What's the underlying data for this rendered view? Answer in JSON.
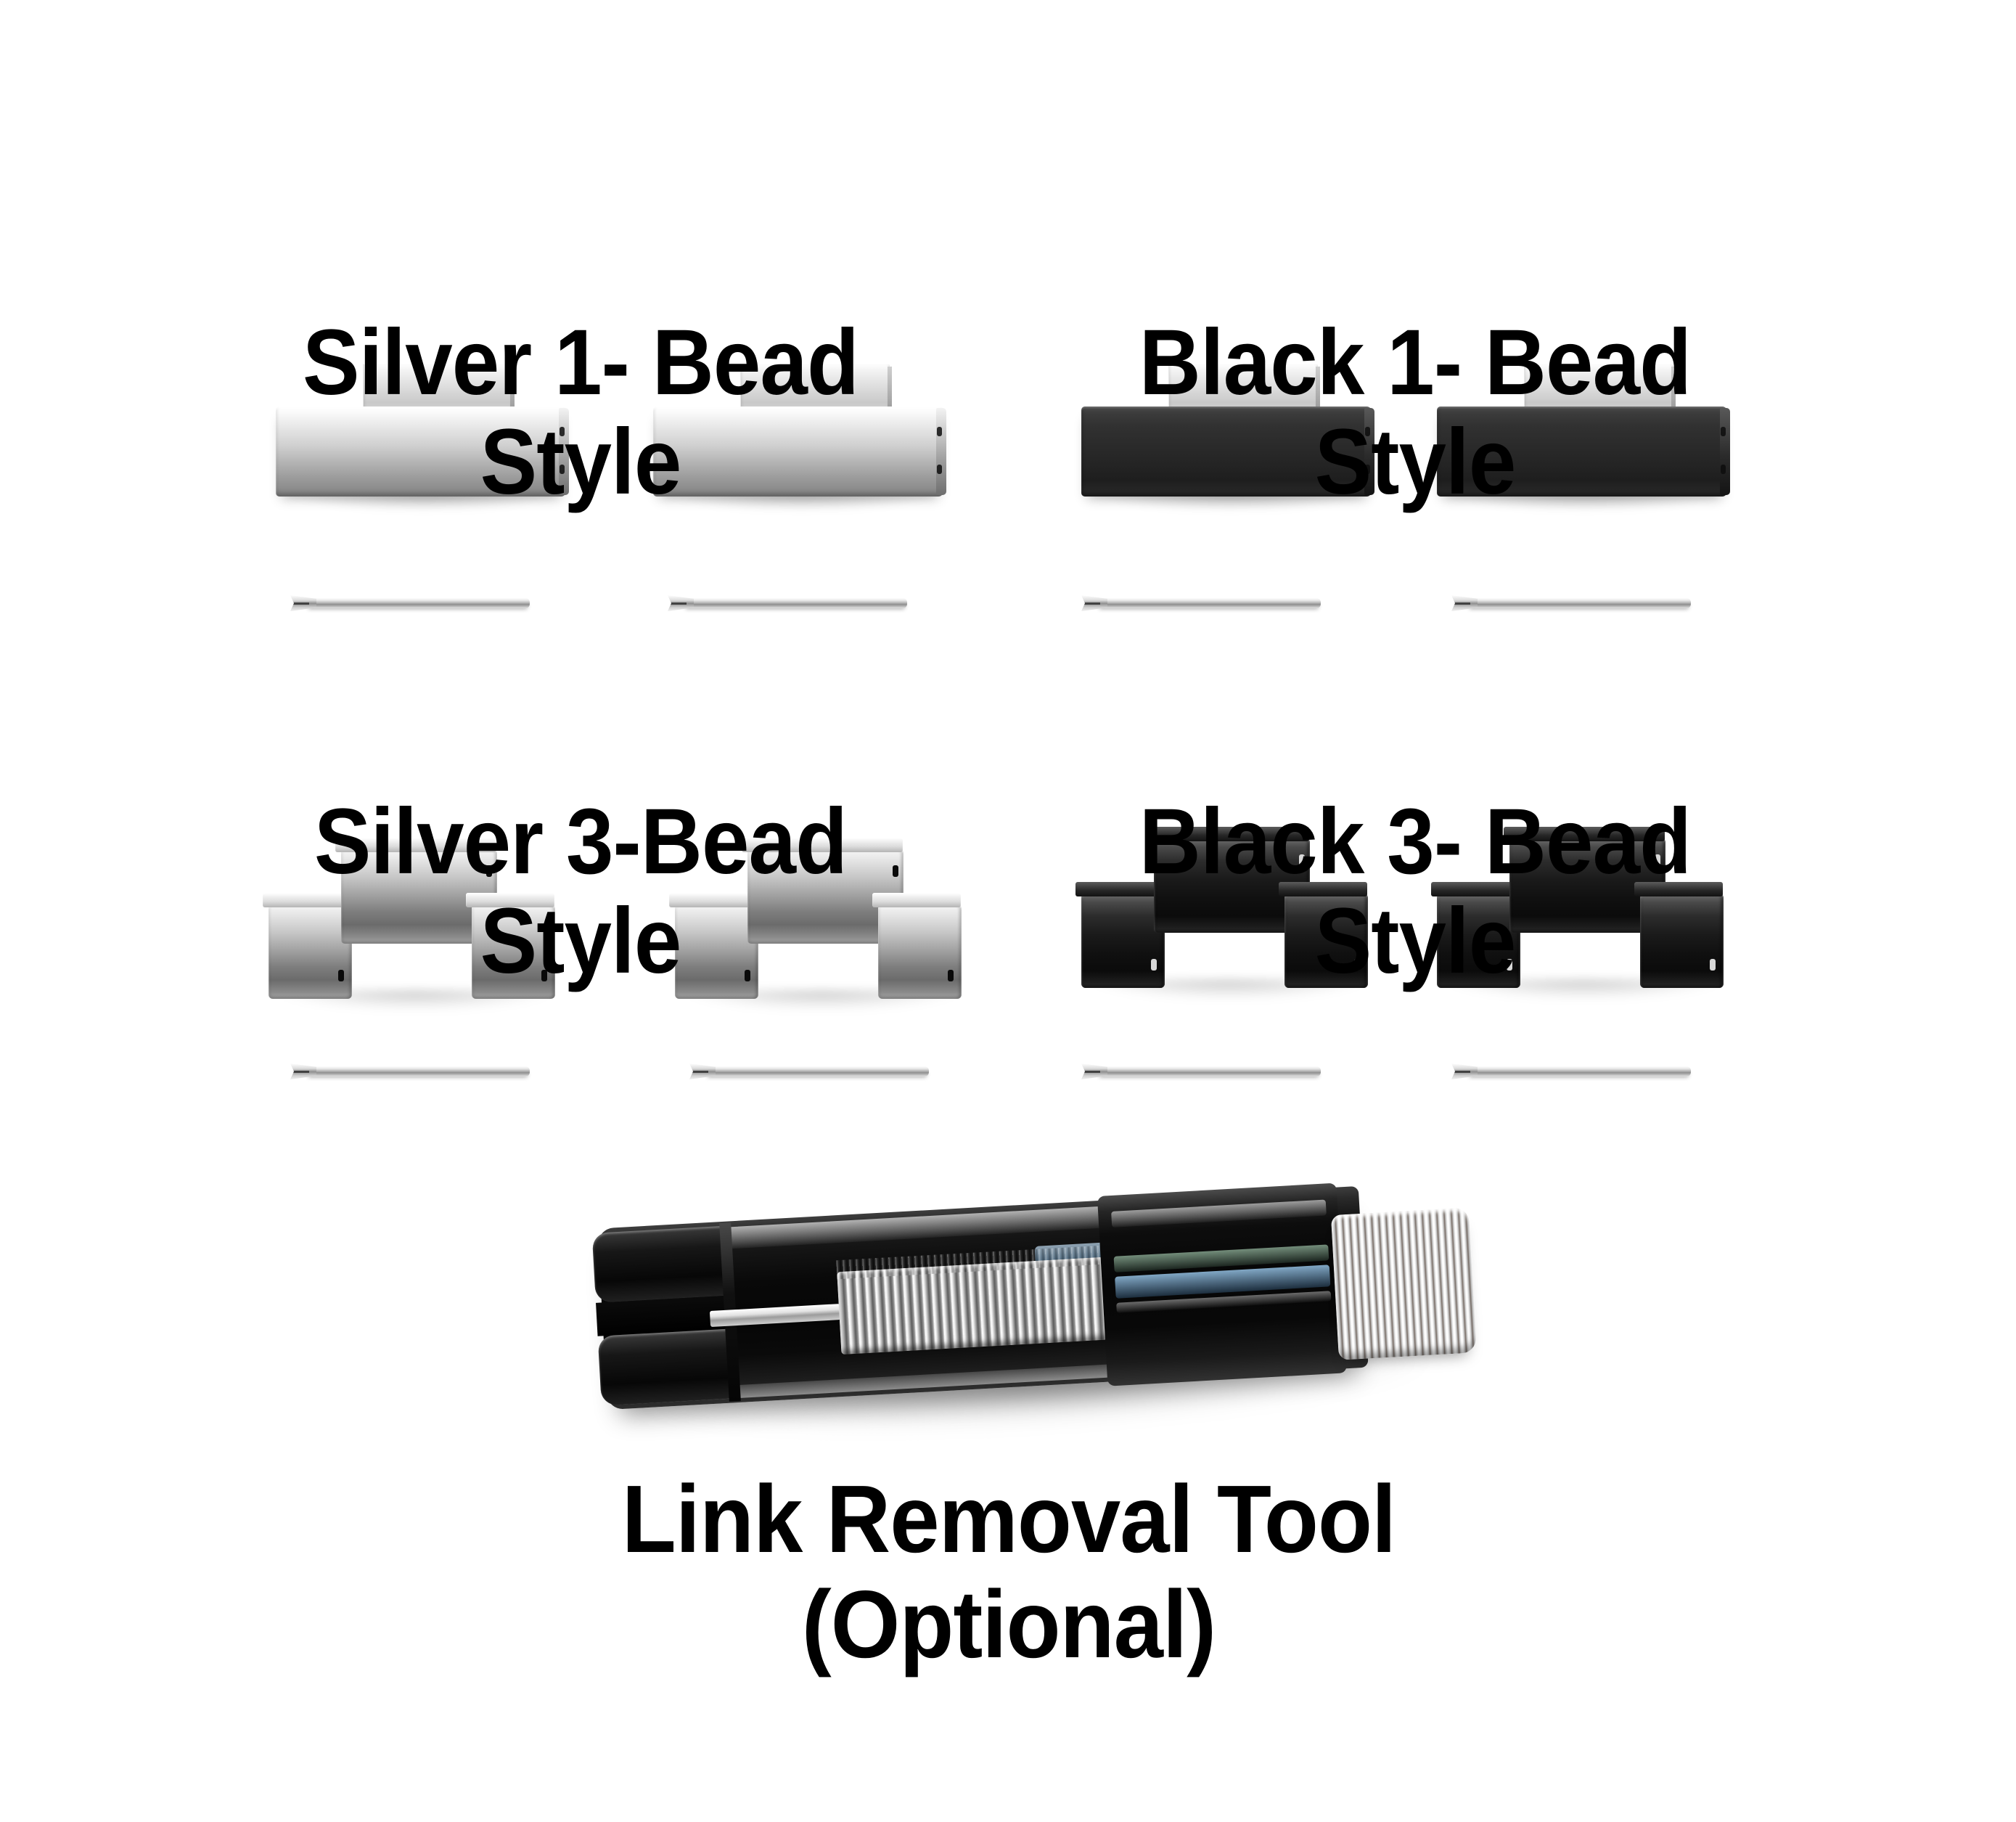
{
  "page": {
    "background_color": "#ffffff",
    "text_color": "#000000"
  },
  "sections": [
    {
      "id": "silver-1-bead",
      "heading_line1": "Silver 1- Bead",
      "heading_line2": "Style",
      "finish": "silver",
      "bead_count": 1,
      "link_color": "#b4b4b4",
      "links": 2,
      "pins": 2
    },
    {
      "id": "black-1-bead",
      "heading_line1": "Black 1- Bead",
      "heading_line2": "Style",
      "finish": "black",
      "bead_count": 1,
      "link_color": "#242424",
      "links": 2,
      "pins": 2
    },
    {
      "id": "silver-3-bead",
      "heading_line1": "Silver 3-Bead",
      "heading_line2": "Style",
      "finish": "silver",
      "bead_count": 3,
      "link_color": "#9f9f9f",
      "links": 2,
      "pins": 2
    },
    {
      "id": "black-3-bead",
      "heading_line1": "Black 3- Bead",
      "heading_line2": "Style",
      "finish": "black",
      "bead_count": 3,
      "link_color": "#101010",
      "links": 2,
      "pins": 2
    }
  ],
  "tool": {
    "caption_line1": "Link Removal Tool",
    "caption_line2": "(Optional)",
    "body_color": "#0a0a0a",
    "knob_color": "#e8e8e8",
    "thread_color": "#c9c9c9",
    "parts": {
      "fork": "fork-jaws",
      "pin_shaft": "pin-pusher-shaft",
      "thread": "threaded-screw",
      "collar": "barrel-collar",
      "knob": "knurled-thumb-knob"
    }
  },
  "pin": {
    "label": "link-pin",
    "color": "#b9b9b9"
  }
}
